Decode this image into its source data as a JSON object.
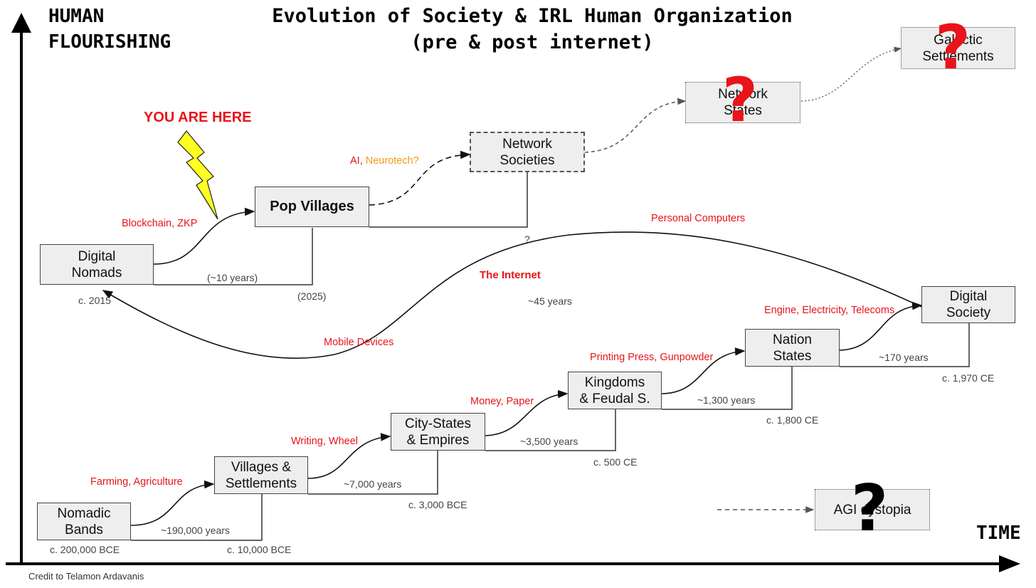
{
  "title": "Evolution of Society & IRL Human Organization\n(pre & post internet)",
  "y_axis_label": "HUMAN\nFLOURISHING",
  "x_axis_label": "TIME",
  "credit": "Credit to Telamon Ardavanis",
  "you_are_here": "YOU ARE HERE",
  "colors": {
    "red": "#e8141a",
    "orange": "#f39c12",
    "node_fill": "#eeeeee"
  },
  "nodes": {
    "nomadic_bands": "Nomadic\nBands",
    "villages": "Villages &\nSettlements",
    "city_states": "City-States\n& Empires",
    "kingdoms": "Kingdoms\n& Feudal S.",
    "nation_states": "Nation\nStates",
    "digital_society": "Digital\nSociety",
    "digital_nomads": "Digital\nNomads",
    "pop_villages": "Pop Villages",
    "network_societies": "Network\nSocieties",
    "network_states": "Network\nStates",
    "galactic": "Galactic\nSettlements",
    "agi_dystopia": "AGI dystopia"
  },
  "dates": {
    "nomadic_bands": "c. 200,000 BCE",
    "villages": "c. 10,000 BCE",
    "city_states": "c. 3,000 BCE",
    "kingdoms": "c. 500 CE",
    "nation_states": "c. 1,800 CE",
    "digital_society": "c. 1,970 CE",
    "digital_nomads": "c. 2015",
    "pop_villages": "(2025)",
    "network_societies": "?"
  },
  "durations": {
    "d1": "~190,000 years",
    "d2": "~7,000 years",
    "d3": "~3,500 years",
    "d4": "~1,300 years",
    "d5": "~170 years",
    "d6": "~45 years",
    "d7": "(~10 years)"
  },
  "drivers": {
    "farming": "Farming, Agriculture",
    "writing": "Writing, Wheel",
    "money": "Money, Paper",
    "printing": "Printing Press, Gunpowder",
    "engine": "Engine, Electricity, Telecoms",
    "personal_computers": "Personal Computers",
    "internet": "The Internet",
    "mobile": "Mobile Devices",
    "blockchain": "Blockchain, ZKP",
    "ai": "AI",
    "ai_sep": ", ",
    "neurotech": "Neurotech?"
  },
  "question_mark": "?"
}
